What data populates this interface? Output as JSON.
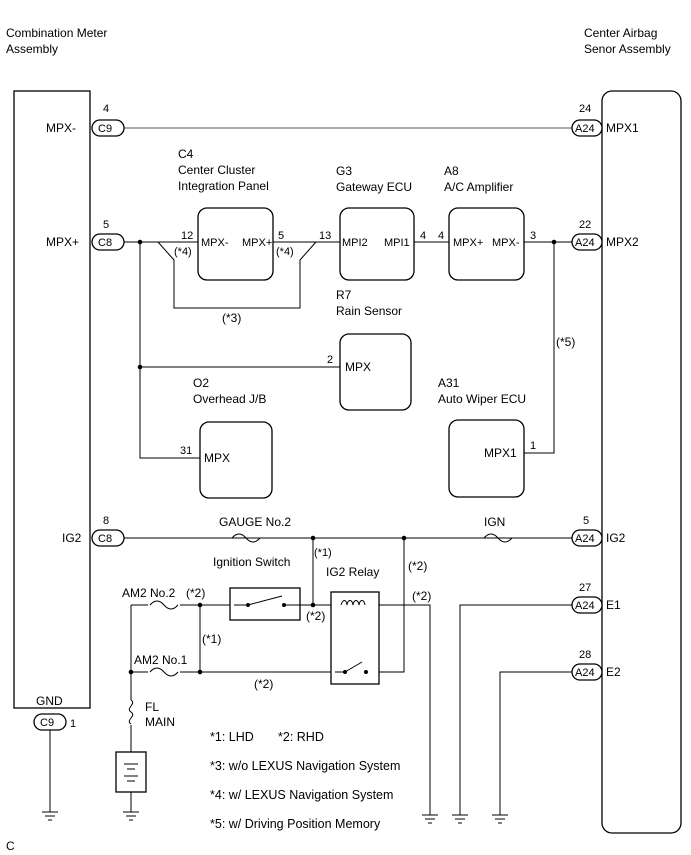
{
  "left_assembly": {
    "line1": "Combination Meter",
    "line2": "Assembly"
  },
  "right_assembly": {
    "line1": "Center Airbag",
    "line2": "Senor Assembly"
  },
  "left_terminals": {
    "mpx_minus": {
      "label": "MPX-",
      "pin": "4",
      "conn": "C9"
    },
    "mpx_plus": {
      "label": "MPX+",
      "pin": "5",
      "conn": "C8"
    },
    "ig2": {
      "label": "IG2",
      "pin": "8",
      "conn": "C8"
    },
    "gnd": {
      "label": "GND",
      "pin": "1",
      "conn": "C9"
    }
  },
  "right_terminals": {
    "mpx1": {
      "label": "MPX1",
      "pin": "24",
      "conn": "A24"
    },
    "mpx2": {
      "label": "MPX2",
      "pin": "22",
      "conn": "A24"
    },
    "ig2": {
      "label": "IG2",
      "pin": "5",
      "conn": "A24"
    },
    "e1": {
      "label": "E1",
      "pin": "27",
      "conn": "A24"
    },
    "e2": {
      "label": "E2",
      "pin": "28",
      "conn": "A24"
    }
  },
  "components": {
    "c4": {
      "code": "C4",
      "line1": "Center Cluster",
      "line2": "Integration Panel",
      "pin_a": "MPX-",
      "pin_b": "MPX+",
      "num_a": "12",
      "num_b": "5",
      "tag_a": "(*4)",
      "tag_b": "(*4)"
    },
    "g3": {
      "code": "G3",
      "name": "Gateway ECU",
      "pin_a": "MPI2",
      "pin_b": "MPI1",
      "num_a": "13",
      "num_b": "4"
    },
    "a8": {
      "code": "A8",
      "name": "A/C Amplifier",
      "pin_a": "MPX+",
      "pin_b": "MPX-",
      "num_a": "4",
      "num_b": "3"
    },
    "r7": {
      "code": "R7",
      "name": "Rain Sensor",
      "pin": "MPX",
      "num": "2"
    },
    "o2": {
      "code": "O2",
      "name": "Overhead J/B",
      "pin": "MPX",
      "num": "31"
    },
    "a31": {
      "code": "A31",
      "name": "Auto Wiper ECU",
      "pin": "MPX1",
      "num": "1"
    }
  },
  "wire_tags": {
    "bypass": "(*3)",
    "a31_link": "(*5)"
  },
  "power": {
    "gauge": "GAUGE No.2",
    "ign": "IGN",
    "ignition_switch": "Ignition Switch",
    "ig2_relay": "IG2 Relay",
    "am2_no2": "AM2 No.2",
    "am2_no1": "AM2 No.1",
    "fl_line1": "FL",
    "fl_line2": "MAIN",
    "tag_lhd": "(*1)",
    "tag_rhd": "(*2)"
  },
  "notes": [
    "*1: LHD",
    "*2: RHD",
    "*3: w/o LEXUS Navigation System",
    "*4: w/ LEXUS Navigation System",
    "*5: w/ Driving Position Memory"
  ],
  "corner_mark": "C"
}
